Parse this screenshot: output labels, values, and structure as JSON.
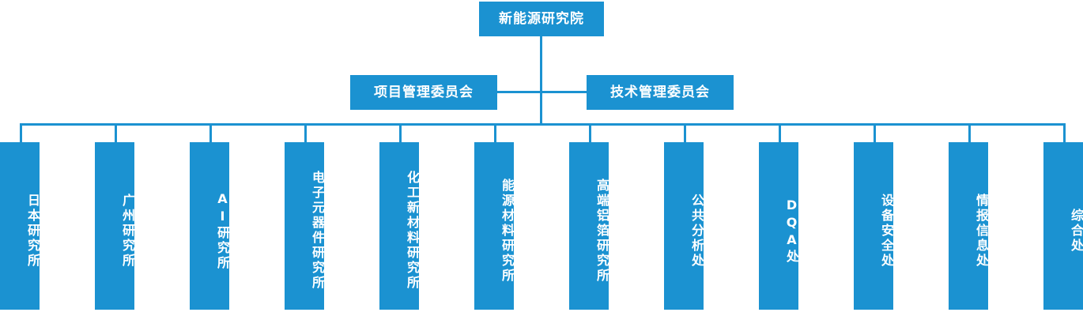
{
  "org_chart": {
    "type": "organizational-hierarchy",
    "accent_color": "#1B92D1",
    "text_color": "#FFFFFF",
    "background_color": "#FFFFFF",
    "root": {
      "label": "新能源研究院",
      "level": 1
    },
    "committees": [
      {
        "label": "项目管理委员会",
        "level": 2,
        "position": "left"
      },
      {
        "label": "技术管理委员会",
        "level": 2,
        "position": "right"
      }
    ],
    "departments": [
      {
        "label": "日本研究所",
        "level": 3,
        "index": 1
      },
      {
        "label": "广州研究所",
        "level": 3,
        "index": 2
      },
      {
        "label": "AI研究所",
        "level": 3,
        "index": 3
      },
      {
        "label": "电子元器件研究所",
        "level": 3,
        "index": 4
      },
      {
        "label": "化工新材料研究所",
        "level": 3,
        "index": 5
      },
      {
        "label": "能源材料研究所",
        "level": 3,
        "index": 6
      },
      {
        "label": "高端铝箔研究所",
        "level": 3,
        "index": 7
      },
      {
        "label": "公共分析处",
        "level": 3,
        "index": 8
      },
      {
        "label": "DQA处",
        "level": 3,
        "index": 9
      },
      {
        "label": "设备安全处",
        "level": 3,
        "index": 10
      },
      {
        "label": "情报信息处",
        "level": 3,
        "index": 11
      },
      {
        "label": "综合处",
        "level": 3,
        "index": 12
      }
    ]
  }
}
